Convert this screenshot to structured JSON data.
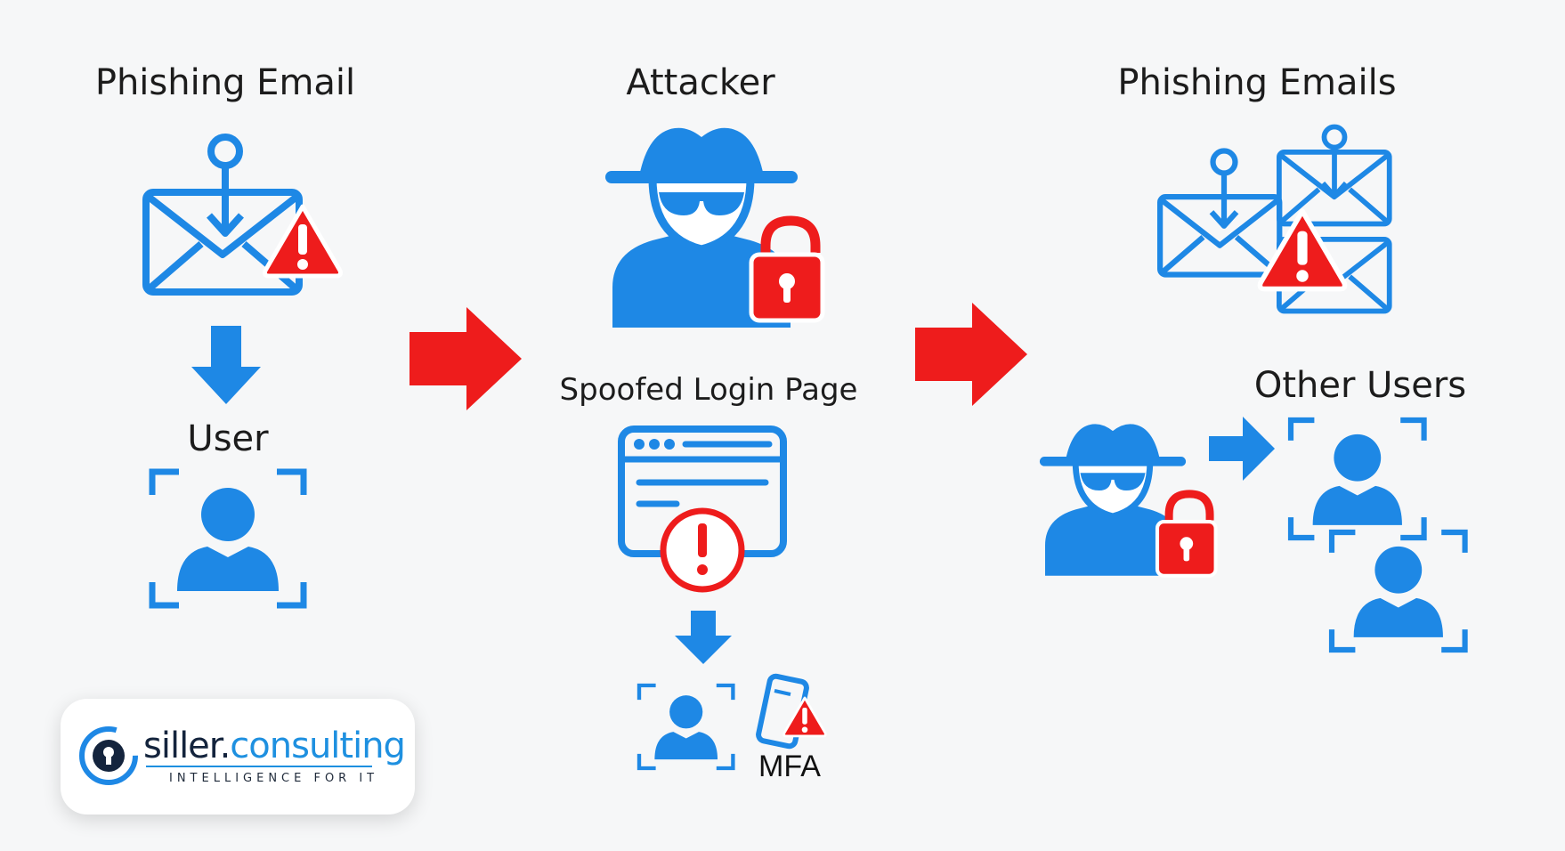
{
  "columns": {
    "left": {
      "title": "Phishing Email",
      "user_label": "User"
    },
    "middle": {
      "title": "Attacker",
      "login_label": "Spoofed Login Page",
      "mfa_label": "MFA"
    },
    "right": {
      "title": "Phishing Emails",
      "others_label": "Other Users"
    }
  },
  "logo": {
    "name_part1": "siller.",
    "name_part2": "consulting",
    "tagline": "INTELLIGENCE FOR IT"
  },
  "colors": {
    "blue": "#1e88e5",
    "red": "#ee1c1c",
    "text": "#1c1c1c"
  }
}
